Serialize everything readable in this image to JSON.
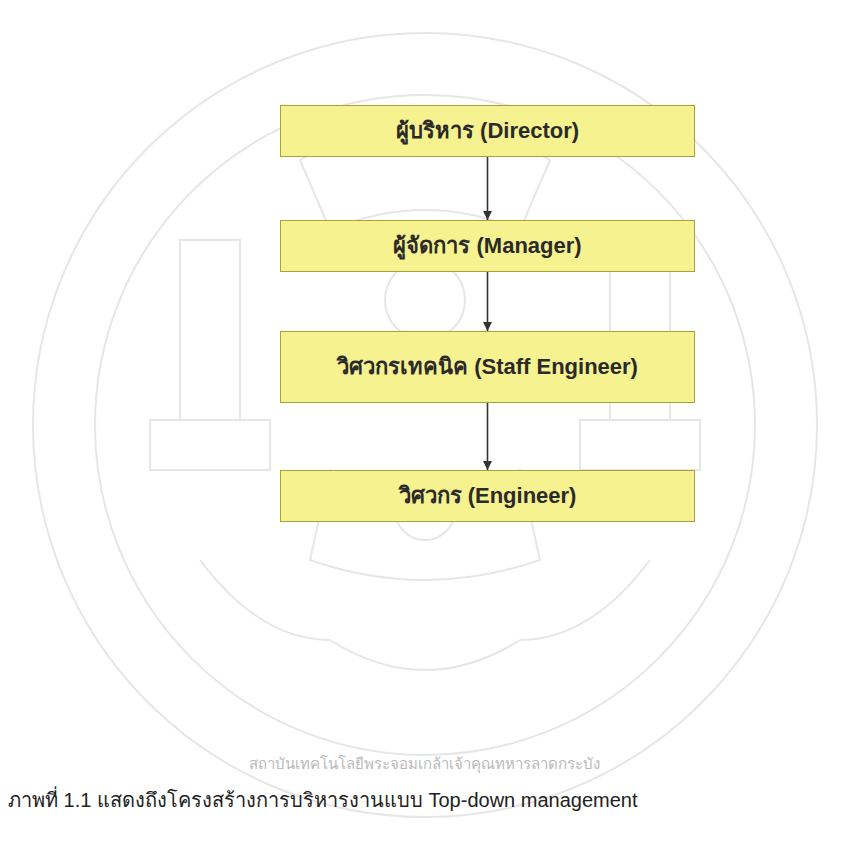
{
  "diagram": {
    "caption": "ภาพที่ 1.1 แสดงถึงโครงสร้างการบริหารงานแบบ Top-down management",
    "nodes": [
      {
        "text": [
          "ผู้บริหาร (Director)"
        ]
      },
      {
        "text": [
          "ผู้จัดการ (Manager)"
        ]
      },
      {
        "text": [
          "วิศวกรเทคนิค (Staff Engineer)"
        ]
      },
      {
        "text": [
          "วิศวกร (Engineer)"
        ]
      }
    ],
    "edges": [
      {
        "from": 0,
        "to": 1,
        "arrow": "to"
      },
      {
        "from": 1,
        "to": 2,
        "arrow": "to"
      },
      {
        "from": 2,
        "to": 3,
        "arrow": "to"
      }
    ],
    "labels": [
      "สถาบันเทคโนโลยีพระจอมเกล้าเจ้าคุณทหารลาดกระบัง"
    ]
  }
}
